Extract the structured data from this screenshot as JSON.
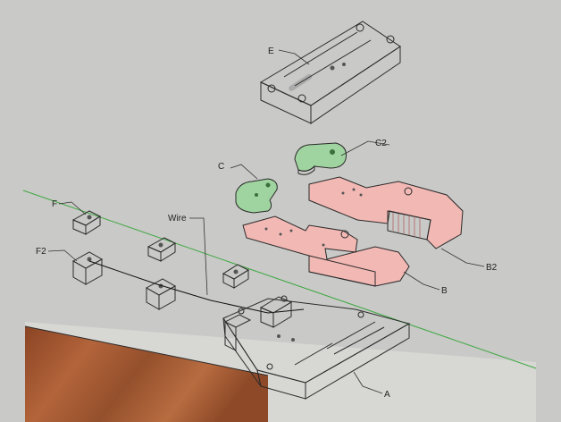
{
  "labels": {
    "E": "E",
    "C2": "C2",
    "C": "C",
    "F": "F",
    "F2": "F2",
    "Wire": "Wire",
    "B2": "B2",
    "B": "B",
    "A": "A"
  },
  "colors": {
    "background": "#c9c9c7",
    "ground_white": "#f3f3f1",
    "ground_line": "#3fa842",
    "wood": "#a0522d",
    "part_white": "#f7f7f7",
    "part_shade": "#d8d8d8",
    "jaw_pink": "#f2b8b4",
    "jaw_pink_dark": "#d98d88",
    "lever_green": "#9fd39f",
    "lever_green_dark": "#6fb06f"
  }
}
